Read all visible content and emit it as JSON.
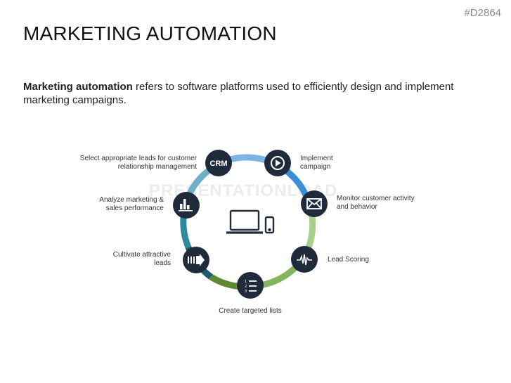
{
  "slide_code": "#D2864",
  "title": "MARKETING AUTOMATION",
  "intro": {
    "bold": "Marketing automation",
    "rest": " refers to software platforms used to efficiently design and implement marketing campaigns."
  },
  "watermark": "PRESENTATIONLOAD",
  "center_icon": "laptop-and-phone-icon",
  "steps": [
    {
      "icon": "crm-icon",
      "icon_text": "CRM",
      "label": "Select appropriate leads for customer relationship management"
    },
    {
      "icon": "play-circle-icon",
      "label": "Implement campaign"
    },
    {
      "icon": "envelope-icon",
      "label": "Monitor customer activity and behavior"
    },
    {
      "icon": "pulse-wave-icon",
      "label": "Lead Scoring"
    },
    {
      "icon": "numbered-list-icon",
      "label": "Create targeted lists"
    },
    {
      "icon": "forward-arrow-icon",
      "label": "Cultivate attractive leads"
    },
    {
      "icon": "bar-chart-icon",
      "label": "Analyze marketing & sales performance"
    }
  ],
  "colors": {
    "node": "#1f2a3a",
    "ring": [
      "#7eb3e3",
      "#3a8fd8",
      "#a7cf8e",
      "#84b45c",
      "#5f8a32",
      "#1d5a6a",
      "#2f8aa0",
      "#6fb0c4"
    ]
  }
}
